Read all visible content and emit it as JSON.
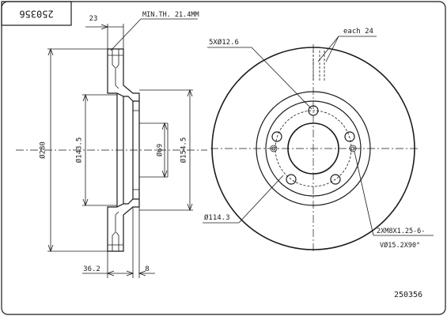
{
  "labels": {
    "part_number_top": "250356",
    "part_number_bottom": "250356",
    "dim_23": "23",
    "min_thickness": "MIN.TH. 21.4MM",
    "bolt_holes": "5XØ12.6",
    "each": "each 24",
    "dia_280": "Ø280",
    "dia_143": "Ø143.5",
    "dia_69": "Ø69",
    "dia_154": "Ø154.5",
    "pcd": "Ø114.3",
    "thread_line1": "2XM8X1.25-6-",
    "thread_line2": "VØ15.2X90°",
    "dim_36": "36.2",
    "dim_8": "8"
  }
}
